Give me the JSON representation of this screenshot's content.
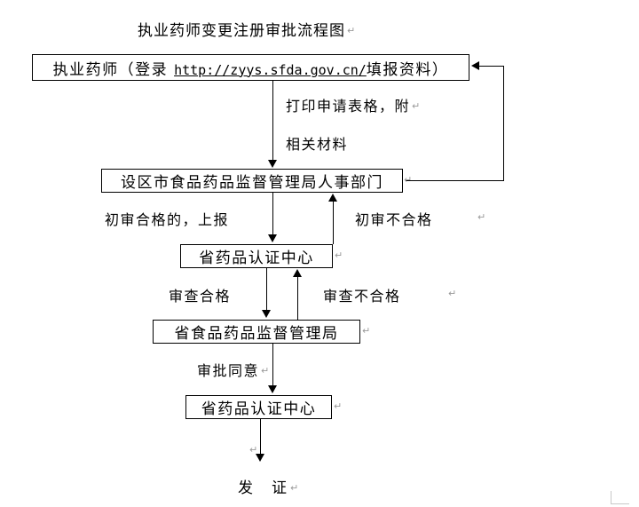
{
  "document": {
    "title": "执业药师变更注册审批流程图",
    "return_mark": "↵"
  },
  "nodes": [
    {
      "id": "applicant",
      "label_prefix": "执业药师（登录 ",
      "url": "http://zyys.sfda.gov.cn/",
      "label_suffix": "填报资料）",
      "full_label": "执业药师（登录 http://zyys.sfda.gov.cn/填报资料）"
    },
    {
      "id": "city-fda-hr",
      "full_label": "设区市食品药品监督管理局人事部门"
    },
    {
      "id": "prov-cert-center-1",
      "full_label": "省药品认证中心"
    },
    {
      "id": "prov-fda",
      "full_label": "省食品药品监督管理局"
    },
    {
      "id": "prov-cert-center-2",
      "full_label": "省药品认证中心"
    }
  ],
  "edge_labels": {
    "print_form": "打印申请表格，附",
    "related_materials": "相关材料",
    "initial_pass": "初审合格的，上报",
    "initial_fail": "初审不合格",
    "review_pass": "审查合格",
    "review_fail": "审查不合格",
    "approved": "审批同意",
    "issue_license": "发　证"
  },
  "colors": {
    "line": "#000000",
    "text": "#000000",
    "return_mark": "#9a9a9a",
    "background": "#ffffff"
  },
  "chart_data": {
    "type": "flowchart",
    "title": "执业药师变更注册审批流程图",
    "orientation": "top-to-bottom",
    "nodes": [
      {
        "id": "applicant",
        "label": "执业药师（登录 http://zyys.sfda.gov.cn/填报资料）",
        "shape": "rectangle"
      },
      {
        "id": "city-fda-hr",
        "label": "设区市食品药品监督管理局人事部门",
        "shape": "rectangle"
      },
      {
        "id": "prov-cert-center-1",
        "label": "省药品认证中心",
        "shape": "rectangle"
      },
      {
        "id": "prov-fda",
        "label": "省食品药品监督管理局",
        "shape": "rectangle"
      },
      {
        "id": "prov-cert-center-2",
        "label": "省药品认证中心",
        "shape": "rectangle"
      },
      {
        "id": "issue",
        "label": "发　证",
        "shape": "text"
      }
    ],
    "edges": [
      {
        "from": "applicant",
        "to": "city-fda-hr",
        "label": "打印申请表格，附相关材料",
        "direction": "down"
      },
      {
        "from": "city-fda-hr",
        "to": "prov-cert-center-1",
        "label": "初审合格的，上报",
        "direction": "down"
      },
      {
        "from": "city-fda-hr",
        "to": "applicant",
        "label": "初审不合格",
        "direction": "feedback-loop-right"
      },
      {
        "from": "prov-cert-center-1",
        "to": "prov-fda",
        "label": "审查合格",
        "direction": "down"
      },
      {
        "from": "prov-cert-center-1",
        "to": "city-fda-hr",
        "label": "审查不合格",
        "direction": "up"
      },
      {
        "from": "prov-fda",
        "to": "prov-cert-center-2",
        "label": "审批同意",
        "direction": "down"
      },
      {
        "from": "prov-cert-center-2",
        "to": "issue",
        "label": "",
        "direction": "down"
      }
    ]
  }
}
